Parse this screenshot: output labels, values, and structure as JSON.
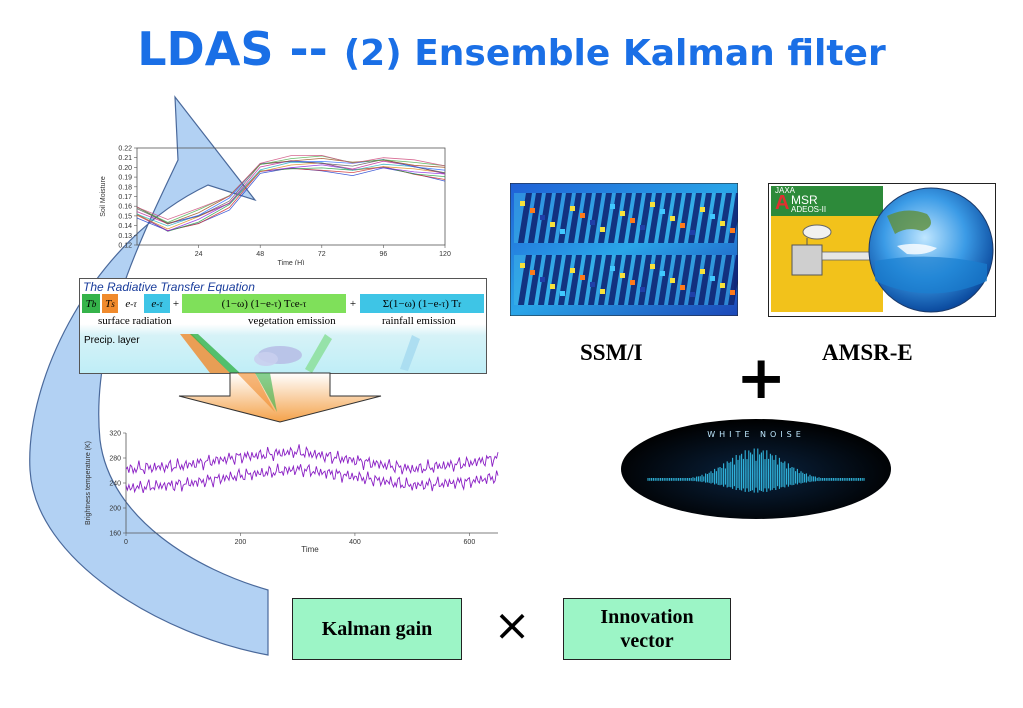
{
  "slide": {
    "title_main": "LDAS",
    "title_dash": " -- ",
    "title_rest": "(2) Ensemble Kalman filter"
  },
  "charts": {
    "soil": {
      "ylabel": "Soil Moisture",
      "xlabel": "Time (H)",
      "yticks": [
        "0.22",
        "0.21",
        "0.20",
        "0.19",
        "0.18",
        "0.17",
        "0.16",
        "0.15",
        "0.14",
        "0.13",
        "0.12"
      ],
      "xticks": [
        "24",
        "48",
        "72",
        "96",
        "120"
      ]
    },
    "tb": {
      "ylabel": "Brightness temperature (K)",
      "xlabel": "Time",
      "yticks": [
        "320",
        "280",
        "240",
        "200",
        "160"
      ],
      "xticks": [
        "0",
        "200",
        "400",
        "600"
      ]
    }
  },
  "rte": {
    "title": "The Radiative Transfer Equation",
    "surface_label": "surface radiation",
    "vegetation_label": "vegetation emission",
    "rainfall_label": "rainfall emission",
    "precip_label": "Precip. layer"
  },
  "satellites": {
    "ssmi_label": "SSM/I",
    "amsre_label": "AMSR-E",
    "amsr_logo_jaxa": "JAXA",
    "amsr_logo_text": "MSR",
    "amsr_logo_sub": "ADEOS-II"
  },
  "noise": {
    "plus_symbol": "+",
    "label": "WHITE NOISE"
  },
  "equation": {
    "kalman_gain": "Kalman gain",
    "times_symbol": "×",
    "innovation_line1": "Innovation",
    "innovation_line2": "vector"
  },
  "chart_data": [
    {
      "type": "line",
      "title": "",
      "xlabel": "Time (H)",
      "ylabel": "Soil Moisture",
      "x": [
        0,
        12,
        24,
        36,
        48,
        60,
        72,
        84,
        96,
        108,
        120
      ],
      "series": [
        {
          "values": [
            0.155,
            0.14,
            0.15,
            0.165,
            0.2,
            0.205,
            0.205,
            0.2,
            0.205,
            0.2,
            0.195
          ]
        }
      ],
      "xlim": [
        0,
        120
      ],
      "ylim": [
        0.12,
        0.22
      ]
    },
    {
      "type": "line",
      "title": "",
      "xlabel": "Time",
      "ylabel": "Brightness temperature (K)",
      "x": [
        0,
        100,
        200,
        300,
        400,
        500,
        600,
        650
      ],
      "series": [
        {
          "values": [
            262,
            268,
            282,
            290,
            276,
            262,
            272,
            280
          ]
        },
        {
          "values": [
            232,
            238,
            252,
            262,
            250,
            236,
            242,
            250
          ]
        }
      ],
      "xlim": [
        0,
        650
      ],
      "ylim": [
        160,
        320
      ]
    }
  ]
}
